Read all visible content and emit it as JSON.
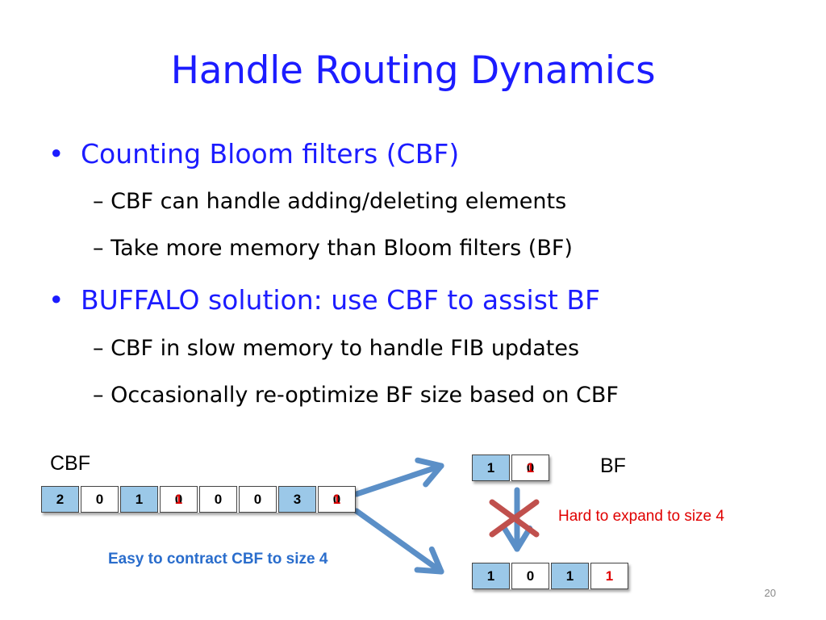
{
  "title": "Handle Routing Dynamics",
  "bullets": [
    {
      "text": "Counting Bloom filters (CBF)",
      "subs": [
        "CBF can handle adding/deleting elements",
        "Take more memory than Bloom filters (BF)"
      ]
    },
    {
      "text": "BUFFALO solution: use CBF to assist BF",
      "subs": [
        "CBF in slow memory to handle FIB updates",
        "Occasionally re-optimize BF size based on CBF"
      ]
    }
  ],
  "bullet_glyph": "•",
  "dash": "–",
  "diagram": {
    "cbf_label": "CBF",
    "bf_label": "BF",
    "cbf_cells": [
      {
        "value": "2",
        "style": "blue"
      },
      {
        "value": "0",
        "style": "white"
      },
      {
        "value": "1",
        "style": "blue"
      },
      {
        "value": "0",
        "overlay": "1",
        "style": "white"
      },
      {
        "value": "0",
        "style": "white"
      },
      {
        "value": "0",
        "style": "white"
      },
      {
        "value": "3",
        "style": "blue"
      },
      {
        "value": "0",
        "overlay": "1",
        "style": "white"
      }
    ],
    "bf_top_cells": [
      {
        "value": "1",
        "style": "blue"
      },
      {
        "value": "0",
        "overlay": "1",
        "style": "white"
      }
    ],
    "bf_bottom_cells": [
      {
        "value": "1",
        "style": "blue"
      },
      {
        "value": "0",
        "style": "white"
      },
      {
        "value": "1",
        "style": "blue"
      },
      {
        "value": "1",
        "style": "white",
        "red": true
      }
    ],
    "easy_note": "Easy to contract CBF to size 4",
    "hard_note": "Hard to expand to size 4",
    "arrow_color": "#5b8fc7",
    "cross_color": "#c0504d"
  },
  "page_number": "20"
}
